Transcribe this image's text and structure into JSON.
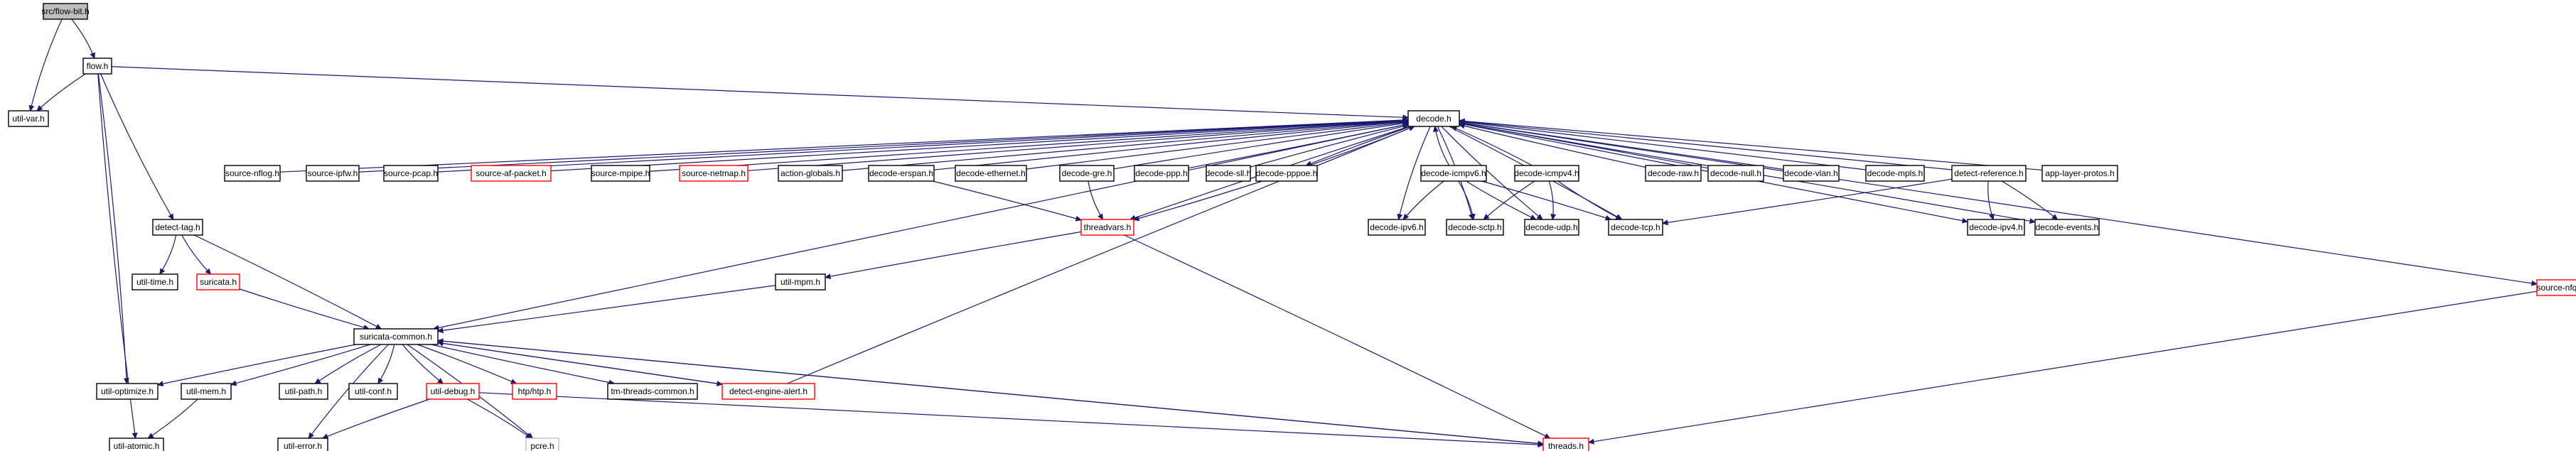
{
  "graph": {
    "colors": {
      "edge": "#191970",
      "root_fill": "#bfbfbf",
      "node_border": "#000000",
      "link_border": "#ff0000",
      "external_border": "#bfbfbf"
    },
    "nodes": [
      {
        "id": "flow_bit_h",
        "label": "src/flow-bit.h",
        "style": "root"
      },
      {
        "id": "util_var_h",
        "label": "util-var.h",
        "style": "black"
      },
      {
        "id": "flow_h",
        "label": "flow.h",
        "style": "black"
      },
      {
        "id": "decode_h",
        "label": "decode.h",
        "style": "black"
      },
      {
        "id": "source_nflog_h",
        "label": "source-nflog.h",
        "style": "black"
      },
      {
        "id": "source_ipfw_h",
        "label": "source-ipfw.h",
        "style": "black"
      },
      {
        "id": "source_pcap_h",
        "label": "source-pcap.h",
        "style": "black"
      },
      {
        "id": "source_af_packet_h",
        "label": "source-af-packet.h",
        "style": "red"
      },
      {
        "id": "source_mpipe_h",
        "label": "source-mpipe.h",
        "style": "black"
      },
      {
        "id": "source_netmap_h",
        "label": "source-netmap.h",
        "style": "red"
      },
      {
        "id": "action_globals_h",
        "label": "action-globals.h",
        "style": "black"
      },
      {
        "id": "decode_erspan_h",
        "label": "decode-erspan.h",
        "style": "black"
      },
      {
        "id": "decode_ethernet_h",
        "label": "decode-ethernet.h",
        "style": "black"
      },
      {
        "id": "decode_gre_h",
        "label": "decode-gre.h",
        "style": "black"
      },
      {
        "id": "decode_ppp_h",
        "label": "decode-ppp.h",
        "style": "black"
      },
      {
        "id": "decode_sll_h",
        "label": "decode-sll.h",
        "style": "black"
      },
      {
        "id": "decode_pppoe_h",
        "label": "decode-pppoe.h",
        "style": "black"
      },
      {
        "id": "decode_icmpv6_h",
        "label": "decode-icmpv6.h",
        "style": "black"
      },
      {
        "id": "decode_icmpv4_h",
        "label": "decode-icmpv4.h",
        "style": "black"
      },
      {
        "id": "decode_raw_h",
        "label": "decode-raw.h",
        "style": "black"
      },
      {
        "id": "decode_null_h",
        "label": "decode-null.h",
        "style": "black"
      },
      {
        "id": "decode_vlan_h",
        "label": "decode-vlan.h",
        "style": "black"
      },
      {
        "id": "decode_mpls_h",
        "label": "decode-mpls.h",
        "style": "black"
      },
      {
        "id": "detect_reference_h",
        "label": "detect-reference.h",
        "style": "black"
      },
      {
        "id": "app_layer_protos_h",
        "label": "app-layer-protos.h",
        "style": "black"
      },
      {
        "id": "source_nfq_h",
        "label": "source-nfq.h",
        "style": "red"
      },
      {
        "id": "detect_tag_h",
        "label": "detect-tag.h",
        "style": "black"
      },
      {
        "id": "threadvars_h",
        "label": "threadvars.h",
        "style": "red"
      },
      {
        "id": "decode_ipv6_h",
        "label": "decode-ipv6.h",
        "style": "black"
      },
      {
        "id": "decode_sctp_h",
        "label": "decode-sctp.h",
        "style": "black"
      },
      {
        "id": "decode_udp_h",
        "label": "decode-udp.h",
        "style": "black"
      },
      {
        "id": "decode_tcp_h",
        "label": "decode-tcp.h",
        "style": "black"
      },
      {
        "id": "decode_ipv4_h",
        "label": "decode-ipv4.h",
        "style": "black"
      },
      {
        "id": "decode_events_h",
        "label": "decode-events.h",
        "style": "black"
      },
      {
        "id": "util_time_h",
        "label": "util-time.h",
        "style": "black"
      },
      {
        "id": "suricata_h",
        "label": "suricata.h",
        "style": "red"
      },
      {
        "id": "util_mpm_h",
        "label": "util-mpm.h",
        "style": "black"
      },
      {
        "id": "suricata_common_h",
        "label": "suricata-common.h",
        "style": "black"
      },
      {
        "id": "util_optimize_h",
        "label": "util-optimize.h",
        "style": "black"
      },
      {
        "id": "util_mem_h",
        "label": "util-mem.h",
        "style": "black"
      },
      {
        "id": "util_path_h",
        "label": "util-path.h",
        "style": "black"
      },
      {
        "id": "util_conf_h",
        "label": "util-conf.h",
        "style": "black"
      },
      {
        "id": "util_debug_h",
        "label": "util-debug.h",
        "style": "red"
      },
      {
        "id": "htp_htp_h",
        "label": "htp/htp.h",
        "style": "red"
      },
      {
        "id": "tm_threads_common_h",
        "label": "tm-threads-common.h",
        "style": "black"
      },
      {
        "id": "detect_engine_alert_h",
        "label": "detect-engine-alert.h",
        "style": "red"
      },
      {
        "id": "util_atomic_h",
        "label": "util-atomic.h",
        "style": "black"
      },
      {
        "id": "util_error_h",
        "label": "util-error.h",
        "style": "black"
      },
      {
        "id": "pcre_h",
        "label": "pcre.h",
        "style": "gray"
      },
      {
        "id": "threads_h",
        "label": "threads.h",
        "style": "red"
      }
    ],
    "edges": [
      [
        "flow_bit_h",
        "util_var_h"
      ],
      [
        "flow_bit_h",
        "flow_h"
      ],
      [
        "flow_h",
        "util_var_h"
      ],
      [
        "flow_h",
        "decode_h"
      ],
      [
        "flow_h",
        "detect_tag_h"
      ],
      [
        "flow_h",
        "util_optimize_h"
      ],
      [
        "flow_h",
        "util_atomic_h"
      ],
      [
        "decode_h",
        "suricata_common_h"
      ],
      [
        "decode_h",
        "threadvars_h"
      ],
      [
        "decode_h",
        "decode_ipv4_h"
      ],
      [
        "decode_h",
        "decode_ipv6_h"
      ],
      [
        "decode_h",
        "decode_tcp_h"
      ],
      [
        "decode_h",
        "decode_udp_h"
      ],
      [
        "decode_h",
        "decode_sctp_h"
      ],
      [
        "decode_h",
        "decode_events_h"
      ],
      [
        "decode_h",
        "source_nfq_h"
      ],
      [
        "decode_h",
        "decode_pppoe_h"
      ],
      [
        "source_nflog_h",
        "decode_h"
      ],
      [
        "source_ipfw_h",
        "decode_h"
      ],
      [
        "source_pcap_h",
        "decode_h"
      ],
      [
        "source_af_packet_h",
        "decode_h"
      ],
      [
        "source_mpipe_h",
        "decode_h"
      ],
      [
        "source_netmap_h",
        "decode_h"
      ],
      [
        "action_globals_h",
        "decode_h"
      ],
      [
        "decode_erspan_h",
        "decode_h"
      ],
      [
        "decode_ethernet_h",
        "decode_h"
      ],
      [
        "decode_gre_h",
        "decode_h"
      ],
      [
        "decode_ppp_h",
        "decode_h"
      ],
      [
        "decode_sll_h",
        "decode_h"
      ],
      [
        "decode_pppoe_h",
        "decode_h"
      ],
      [
        "decode_icmpv6_h",
        "decode_h"
      ],
      [
        "decode_icmpv4_h",
        "decode_h"
      ],
      [
        "decode_raw_h",
        "decode_h"
      ],
      [
        "decode_null_h",
        "decode_h"
      ],
      [
        "decode_vlan_h",
        "decode_h"
      ],
      [
        "decode_mpls_h",
        "decode_h"
      ],
      [
        "detect_reference_h",
        "decode_h"
      ],
      [
        "app_layer_protos_h",
        "decode_h"
      ],
      [
        "detect_engine_alert_h",
        "decode_h"
      ],
      [
        "decode_erspan_h",
        "threadvars_h"
      ],
      [
        "decode_gre_h",
        "threadvars_h"
      ],
      [
        "decode_pppoe_h",
        "threadvars_h"
      ],
      [
        "decode_icmpv6_h",
        "decode_ipv6_h"
      ],
      [
        "decode_icmpv6_h",
        "decode_sctp_h"
      ],
      [
        "decode_icmpv6_h",
        "decode_udp_h"
      ],
      [
        "decode_icmpv6_h",
        "decode_tcp_h"
      ],
      [
        "decode_icmpv4_h",
        "decode_sctp_h"
      ],
      [
        "decode_icmpv4_h",
        "decode_udp_h"
      ],
      [
        "decode_icmpv4_h",
        "decode_tcp_h"
      ],
      [
        "detect_reference_h",
        "decode_tcp_h"
      ],
      [
        "detect_reference_h",
        "decode_ipv4_h"
      ],
      [
        "detect_reference_h",
        "decode_events_h"
      ],
      [
        "source_nfq_h",
        "threads_h"
      ],
      [
        "detect_tag_h",
        "util_time_h"
      ],
      [
        "detect_tag_h",
        "suricata_h"
      ],
      [
        "detect_tag_h",
        "suricata_common_h"
      ],
      [
        "threadvars_h",
        "util_mpm_h"
      ],
      [
        "threadvars_h",
        "threads_h"
      ],
      [
        "suricata_h",
        "suricata_common_h"
      ],
      [
        "util_mpm_h",
        "suricata_common_h"
      ],
      [
        "suricata_common_h",
        "util_optimize_h"
      ],
      [
        "suricata_common_h",
        "util_mem_h"
      ],
      [
        "suricata_common_h",
        "util_path_h"
      ],
      [
        "suricata_common_h",
        "util_conf_h"
      ],
      [
        "suricata_common_h",
        "util_debug_h"
      ],
      [
        "suricata_common_h",
        "htp_htp_h"
      ],
      [
        "suricata_common_h",
        "tm_threads_common_h"
      ],
      [
        "suricata_common_h",
        "detect_engine_alert_h"
      ],
      [
        "suricata_common_h",
        "util_error_h"
      ],
      [
        "suricata_common_h",
        "pcre_h"
      ],
      [
        "suricata_common_h",
        "threads_h"
      ],
      [
        "util_mem_h",
        "util_atomic_h"
      ],
      [
        "util_debug_h",
        "util_error_h"
      ],
      [
        "util_debug_h",
        "pcre_h"
      ],
      [
        "util_debug_h",
        "threads_h"
      ],
      [
        "detect_engine_alert_h",
        "suricata_common_h"
      ],
      [
        "threads_h",
        "suricata_common_h"
      ]
    ]
  }
}
